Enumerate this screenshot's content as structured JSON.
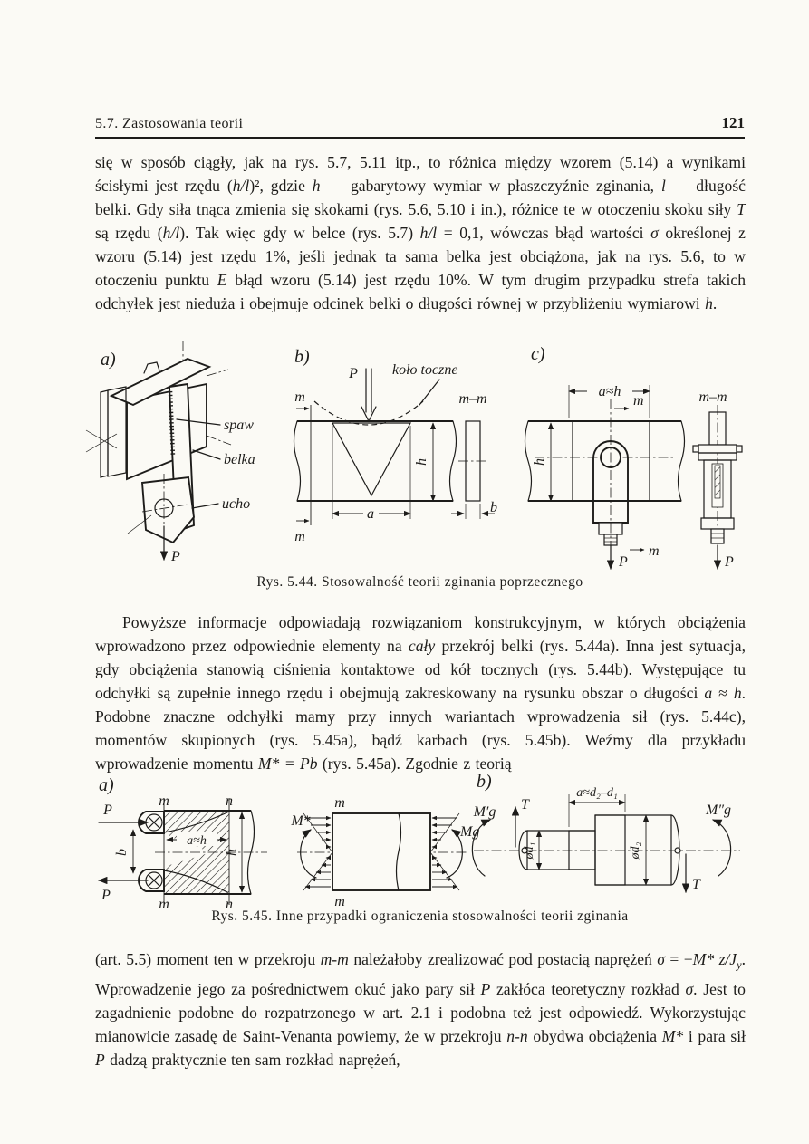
{
  "header": {
    "section": "5.7. Zastosowania teorii",
    "page_number": "121"
  },
  "paragraphs": [
    {
      "segments": [
        {
          "t": "się w sposób ciągły, jak na rys. 5.7, 5.11 itp., to różnica między wzorem (5.14) a wynikami ścisłymi jest rzędu ("
        },
        {
          "t": "h/l",
          "s": "i"
        },
        {
          "t": ")², gdzie "
        },
        {
          "t": "h",
          "s": "i"
        },
        {
          "t": " — gabarytowy wymiar w płaszczyźnie zginania, "
        },
        {
          "t": "l",
          "s": "i"
        },
        {
          "t": " — długość belki. Gdy siła tnąca zmienia się skokami (rys. 5.6, 5.10 i in.), różnice te w otoczeniu skoku siły "
        },
        {
          "t": "T",
          "s": "i"
        },
        {
          "t": " są rzędu ("
        },
        {
          "t": "h/l",
          "s": "i"
        },
        {
          "t": "). Tak więc gdy w belce (rys. 5.7) "
        },
        {
          "t": "h/l",
          "s": "i"
        },
        {
          "t": " = 0,1, wówczas błąd wartości "
        },
        {
          "t": "σ",
          "s": "i"
        },
        {
          "t": " określonej z wzoru (5.14) jest rzędu 1%, jeśli jednak ta sama belka jest obciążona, jak na rys. 5.6, to w otoczeniu punktu "
        },
        {
          "t": "E",
          "s": "i"
        },
        {
          "t": " błąd wzoru (5.14) jest rzędu 10%. W tym drugim przypadku strefa takich odchyłek jest nieduża i obejmuje odcinek belki o długości równej w przybliżeniu wymiarowi "
        },
        {
          "t": "h",
          "s": "i"
        },
        {
          "t": "."
        }
      ]
    },
    {
      "segments": [
        {
          "t": "Powyższe informacje odpowiadają rozwiązaniom konstrukcyjnym, w których obciążenia wprowadzono przez odpowiednie elementy na "
        },
        {
          "t": "cały",
          "s": "i"
        },
        {
          "t": " przekrój belki (rys. 5.44a). Inna jest sytuacja, gdy obciążenia stanowią ciśnienia kontaktowe od kół tocznych (rys. 5.44b). Występujące tu odchyłki są zupełnie innego rzędu i obejmują zakreskowany na rysunku obszar o długości "
        },
        {
          "t": "a",
          "s": "i"
        },
        {
          "t": " ≈ "
        },
        {
          "t": "h",
          "s": "i"
        },
        {
          "t": ". Podobne znaczne odchyłki mamy przy innych wariantach wprowadzenia sił (rys. 5.44c), momentów skupionych (rys. 5.45a), bądź karbach (rys. 5.45b). Weźmy dla przykładu wprowadzenie momentu "
        },
        {
          "t": "M* = Pb",
          "s": "i"
        },
        {
          "t": " (rys. 5.45a). Zgodnie z teorią"
        }
      ]
    },
    {
      "segments": [
        {
          "t": "(art. 5.5) moment ten w przekroju "
        },
        {
          "t": "m-m",
          "s": "i"
        },
        {
          "t": " należałoby zrealizować pod postacią naprężeń "
        },
        {
          "t": "σ",
          "s": "i"
        },
        {
          "t": " = −"
        },
        {
          "t": "M* z/J",
          "s": "i"
        },
        {
          "t": "y",
          "s": "sub"
        },
        {
          "t": ". Wprowadzenie jego za pośrednictwem okuć jako pary sił "
        },
        {
          "t": "P",
          "s": "i"
        },
        {
          "t": " zakłóca teoretyczny rozkład "
        },
        {
          "t": "σ",
          "s": "i"
        },
        {
          "t": ". Jest to zagadnienie podobne do rozpatrzonego w art. 2.1 i podobna też jest odpowiedź. Wykorzystując mianowicie zasadę de Saint-Venanta powiemy, że w przekroju "
        },
        {
          "t": "n-n",
          "s": "i"
        },
        {
          "t": " obydwa obciążenia "
        },
        {
          "t": "M*",
          "s": "i"
        },
        {
          "t": " i para sił "
        },
        {
          "t": "P",
          "s": "i"
        },
        {
          "t": " dadzą praktycznie ten sam rozkład naprężeń,"
        }
      ]
    }
  ],
  "fig544": {
    "caption": "Rys. 5.44. Stosowalność teorii zginania poprzecznego",
    "a": {
      "label": "a)",
      "spaw": "spaw",
      "belka": "belka",
      "ucho": "ucho",
      "p": "P"
    },
    "b": {
      "label": "b)",
      "p": "P",
      "wheel": "koło toczne",
      "m_top": "m",
      "m_bottom": "m",
      "section": "m–m",
      "a": "a",
      "h": "h",
      "b": "b"
    },
    "c": {
      "label": "c)",
      "dim": "a≈h",
      "m_top": "m",
      "m_bottom": "m",
      "section": "m–m",
      "h": "h",
      "p": "P",
      "p_section": "P"
    }
  },
  "fig545": {
    "caption": "Rys. 5.45. Inne przypadki ograniczenia stosowalności teorii zginania",
    "a": {
      "label": "a)",
      "p_top": "P",
      "p_bottom": "P",
      "b": "b",
      "m_top": "m",
      "n_top": "n",
      "m_bottom": "m",
      "n_bottom": "n",
      "dim": "a≈h",
      "h": "h"
    },
    "mid": {
      "m_top": "m",
      "m_bottom": "m",
      "m_star": "M*",
      "m_g": "Mg"
    },
    "b": {
      "label": "b)",
      "dim": "a≈d₂–d₁",
      "mg_left": "M′g",
      "mg_right": "M″g",
      "t_up": "T",
      "t_down": "T",
      "d1": "ød₁",
      "d2": "ød₂"
    }
  },
  "colors": {
    "paper": "#fbfaf5",
    "ink": "#1d1c1a"
  }
}
